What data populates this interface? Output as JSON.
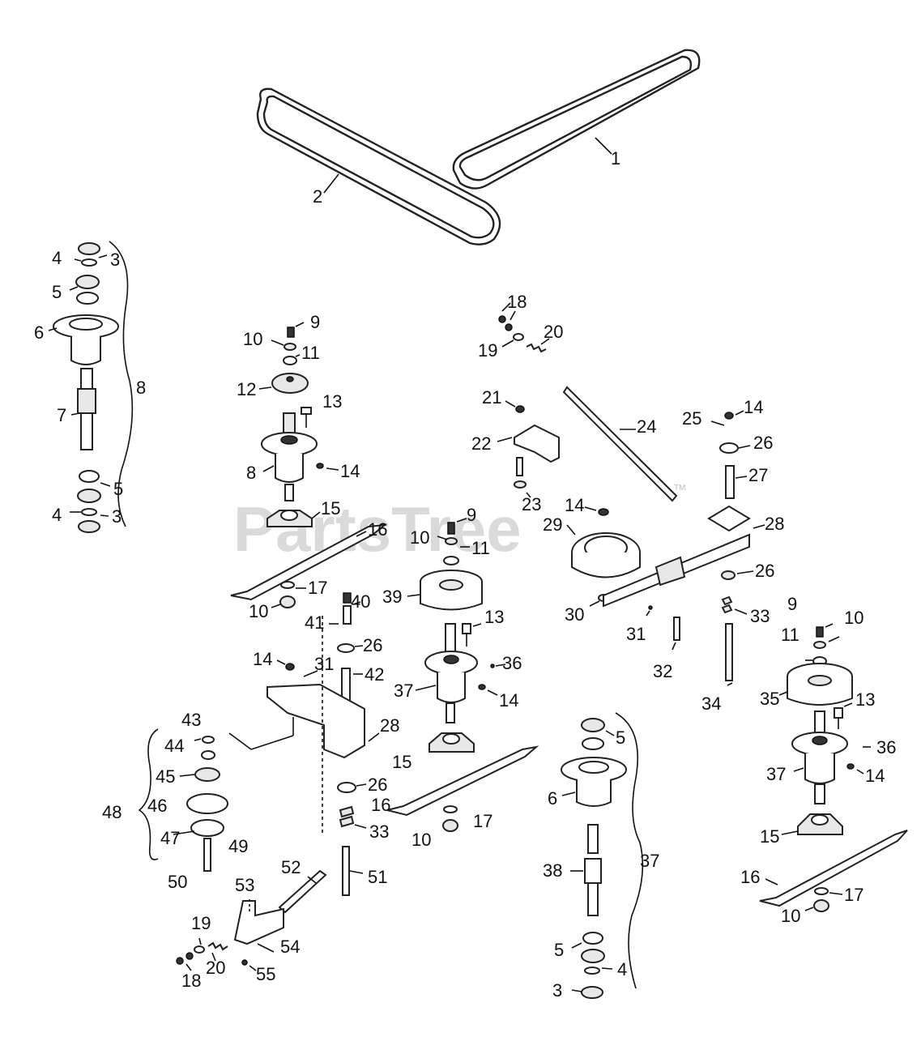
{
  "watermark": {
    "text": "PartsTree",
    "tm": "TM"
  },
  "callouts": {
    "c1": "1",
    "c2": "2",
    "l4a": "4",
    "l3a": "3",
    "l5a": "5",
    "l6a": "6",
    "l7": "7",
    "l8a": "8",
    "l5b": "5",
    "l4b": "4",
    "l3b": "3",
    "l9a": "9",
    "l10a": "10",
    "l11a": "11",
    "l12": "12",
    "l13a": "13",
    "l8b": "8",
    "l14a": "14",
    "l15a": "15",
    "l16a": "16",
    "l17a": "17",
    "l10b": "10",
    "l18a": "18",
    "l19a": "19",
    "l20a": "20",
    "l21": "21",
    "l22": "22",
    "l23": "23",
    "l24": "24",
    "l25": "25",
    "l14b": "14",
    "l26a": "26",
    "l27": "27",
    "l28a": "28",
    "l14c": "14",
    "l29": "29",
    "l26b": "26",
    "l30": "30",
    "l31a": "31",
    "l33a": "33",
    "l32": "32",
    "l34": "34",
    "l9b": "9",
    "l10c": "10",
    "l11b": "11",
    "l39": "39",
    "l13b": "13",
    "l40": "40",
    "l41": "41",
    "l26c": "26",
    "l14d": "14",
    "l31b": "31",
    "l42": "42",
    "l36a": "36",
    "l37a": "37",
    "l14e": "14",
    "l28b": "28",
    "l15b": "15",
    "l16b": "16",
    "l17b": "17",
    "l10d": "10",
    "l26d": "26",
    "l33b": "33",
    "l43": "43",
    "l44": "44",
    "l45": "45",
    "l46": "46",
    "l48": "48",
    "l47": "47",
    "l49": "49",
    "l50": "50",
    "l51": "51",
    "l52": "52",
    "l53": "53",
    "l54": "54",
    "l55": "55",
    "l19b": "19",
    "l20b": "20",
    "l18b": "18",
    "l5c": "5",
    "l6b": "6",
    "l37b": "37",
    "l38": "38",
    "l5d": "5",
    "l4c": "4",
    "l3c": "3",
    "l9c": "9",
    "l10e": "10",
    "l11c": "11",
    "l35": "35",
    "l13c": "13",
    "l36b": "36",
    "l37c": "37",
    "l14f": "14",
    "l15c": "15",
    "l16c": "16",
    "l17c": "17",
    "l10f": "10"
  }
}
